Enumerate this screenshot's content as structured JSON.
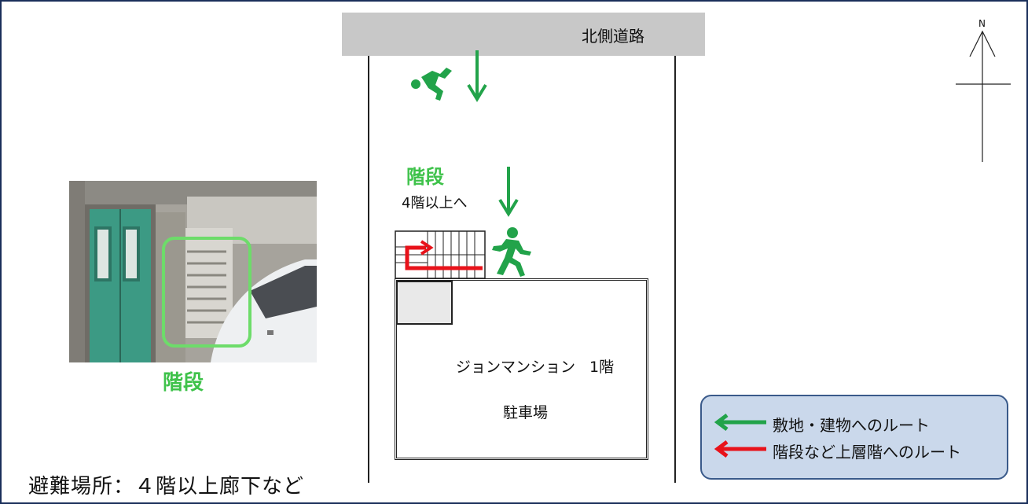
{
  "road": {
    "label": "北側道路"
  },
  "compass": {
    "north_label": "N"
  },
  "stairs_marker": {
    "title": "階段",
    "subtitle": "4階以上へ"
  },
  "building": {
    "name": "ジョンマンション",
    "floor": "1階",
    "parking": "駐車場"
  },
  "photo": {
    "caption": "階段"
  },
  "refuge": {
    "text": "避難場所：４階以上廊下など"
  },
  "legend": {
    "items": [
      {
        "label": "敷地・建物へのルート",
        "color": "#22a34a"
      },
      {
        "label": "階段など上層階へのルート",
        "color": "#e8121a"
      }
    ]
  },
  "colors": {
    "route_green": "#22a34a",
    "route_red": "#e8121a",
    "highlight_green": "#6ddc6a",
    "road_gray": "#c8c8c8",
    "door_teal": "#3c9a84"
  },
  "icons": [
    "running-person-icon",
    "down-arrow-icon",
    "staircase-icon",
    "compass-icon"
  ]
}
